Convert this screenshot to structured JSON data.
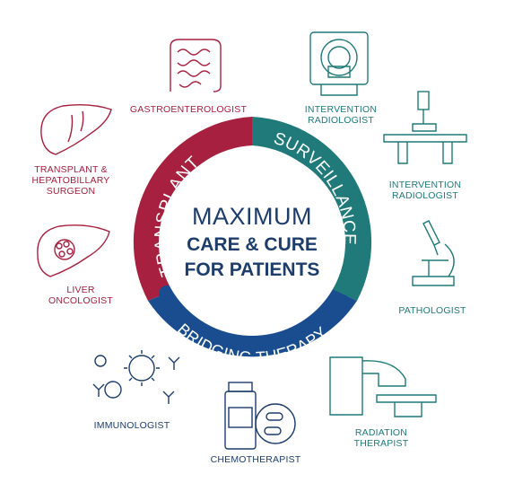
{
  "colors": {
    "red": "#a8203f",
    "teal": "#1f7a79",
    "navy": "#1d3d6d",
    "blue": "#1a4d8f"
  },
  "center": {
    "line1": "MAXIMUM",
    "line2": "CARE & CURE",
    "line3": "FOR PATIENTS"
  },
  "ring": {
    "transplant": "TRANSPLANT",
    "surveillance": "SURVEILLANCE",
    "bridging": "BRIDGING THERAPY"
  },
  "specialists": {
    "gastroenterologist": "GASTROENTEROLOGIST",
    "transplant_surgeon": "TRANSPLANT &\nHEPATOBILLARY\nSURGEON",
    "liver_oncologist": "LIVER\nONCOLOGIST",
    "intervention_radiologist_1": "INTERVENTION\nRADIOLOGIST",
    "intervention_radiologist_2": "INTERVENTION\nRADIOLOGIST",
    "pathologist": "PATHOLOGIST",
    "radiation_therapist": "RADIATION\nTHERAPIST",
    "chemotherapist": "CHEMOTHERAPIST",
    "immunologist": "IMMUNOLOGIST"
  },
  "icons": {
    "intestine": "intestine-icon",
    "liver": "liver-icon",
    "liver_tumor": "liver-tumor-icon",
    "mri": "mri-scanner-icon",
    "angiography": "angiography-machine-icon",
    "microscope": "microscope-icon",
    "linac": "linear-accelerator-icon",
    "pills": "pill-bottle-icon",
    "virus": "virus-antibody-icon"
  }
}
